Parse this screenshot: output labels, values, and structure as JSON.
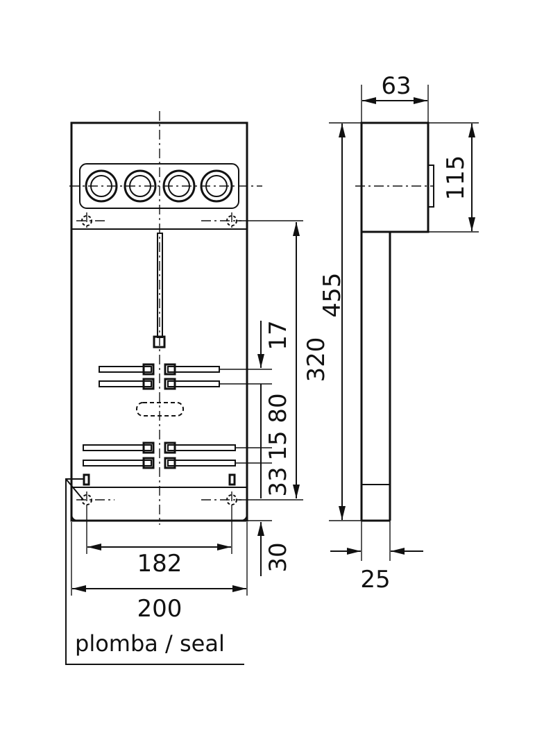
{
  "dimensions": {
    "width_side": "63",
    "height_top_box": "115",
    "height_total": "455",
    "rail_gap_top": "17",
    "height_320": "320",
    "spacing_80": "80",
    "spacing_15": "15",
    "spacing_33": "33",
    "bottom_30": "30",
    "hole_distance": "182",
    "width_front": "200",
    "depth": "25"
  },
  "labels": {
    "seal": "plomba / seal"
  }
}
